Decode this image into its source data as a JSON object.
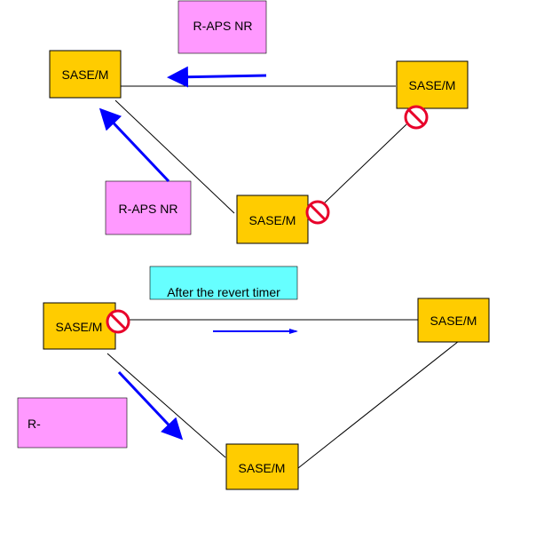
{
  "colors": {
    "node_fill": "#FFCC00",
    "node_stroke": "#000000",
    "message_fill": "#FF99FF",
    "timer_fill": "#66FFFF",
    "arrow": "#0000FF",
    "link": "#000000",
    "block_sign": "#E8002A"
  },
  "top": {
    "nodes": {
      "left": "SASE/M",
      "right": "SASE/M",
      "bottom": "SASE/M"
    },
    "messages": {
      "top_msg": "R-APS NR",
      "left_msg": "R-APS NR"
    }
  },
  "bottom": {
    "timer_label": "After the revert timer",
    "nodes": {
      "left": "SASE/M",
      "right": "SASE/M",
      "bottom": "SASE/M"
    },
    "messages": {
      "left_msg": "R-"
    }
  },
  "icons": {
    "block": "no-entry-icon",
    "arrow": "arrow-icon"
  }
}
